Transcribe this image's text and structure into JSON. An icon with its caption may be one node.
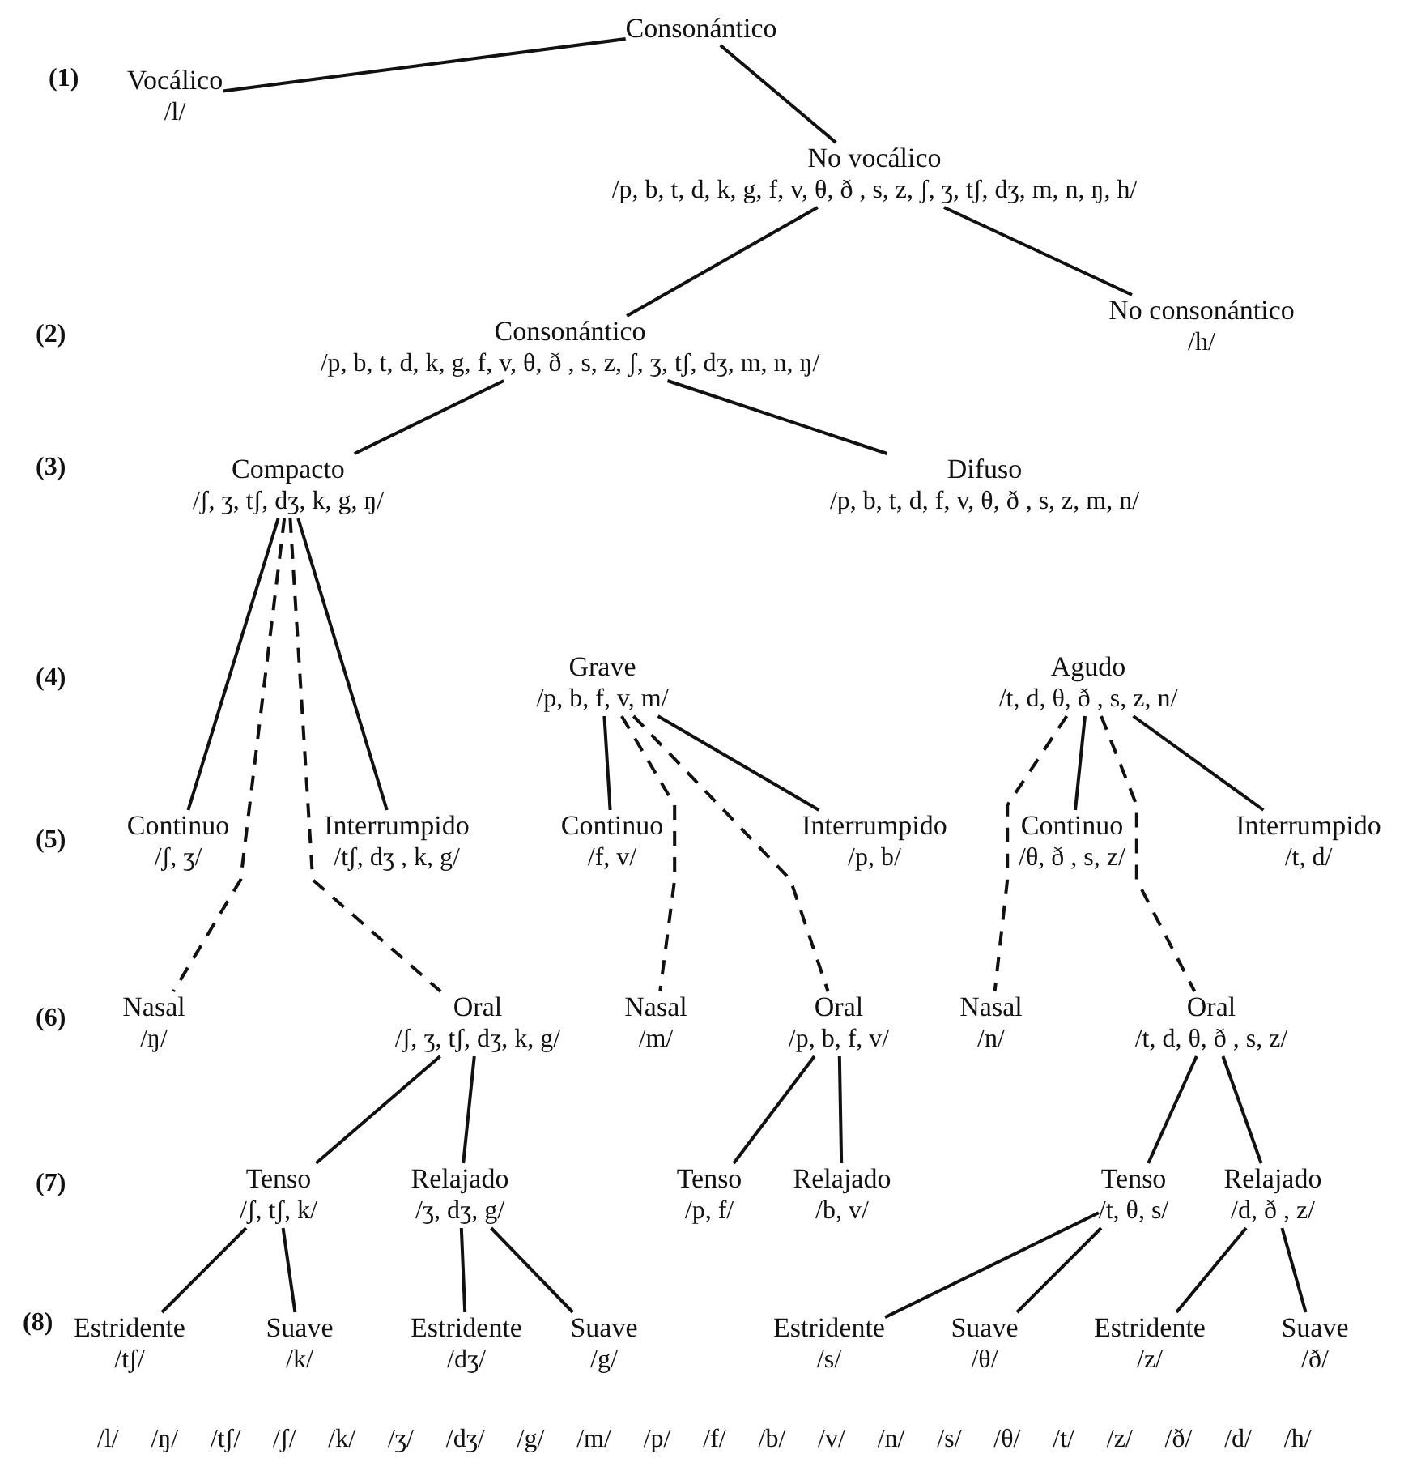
{
  "diagram": {
    "nodes": [
      {
        "text": [
          "Consonántico"
        ]
      },
      {
        "text": [
          "Vocálico",
          "/l/"
        ]
      },
      {
        "text": [
          "No vocálico",
          "/p, b, t, d, k, g, f, v, θ, ð , s, z, ʃ, ʒ, tʃ, dʒ, m, n, ŋ, h/"
        ]
      },
      {
        "text": [
          "No consonántico",
          "/h/"
        ]
      },
      {
        "text": [
          "Consonántico",
          "/p, b, t, d, k, g, f, v, θ, ð , s, z, ʃ, ʒ, tʃ, dʒ, m, n, ŋ/"
        ]
      },
      {
        "text": [
          "Compacto",
          "/ʃ, ʒ, tʃ, dʒ, k, g, ŋ/"
        ]
      },
      {
        "text": [
          "Difuso",
          "/p, b, t, d, f, v, θ, ð , s, z, m, n/"
        ]
      },
      {
        "text": [
          "Grave",
          "/p, b, f, v, m/"
        ]
      },
      {
        "text": [
          "Agudo",
          "/t, d, θ, ð , s, z, n/"
        ]
      },
      {
        "text": [
          "Continuo",
          "/ʃ, ʒ/"
        ]
      },
      {
        "text": [
          "Interrumpido",
          "/tʃ, dʒ , k, g/"
        ]
      },
      {
        "text": [
          "Continuo",
          "/f, v/"
        ]
      },
      {
        "text": [
          "Interrumpido",
          "/p, b/"
        ]
      },
      {
        "text": [
          "Continuo",
          "/θ, ð , s, z/"
        ]
      },
      {
        "text": [
          "Interrumpido",
          "/t, d/"
        ]
      },
      {
        "text": [
          "Nasal",
          "/ŋ/"
        ]
      },
      {
        "text": [
          "Oral",
          "/ʃ, ʒ, tʃ, dʒ, k, g/"
        ]
      },
      {
        "text": [
          "Nasal",
          "/m/"
        ]
      },
      {
        "text": [
          "Oral",
          "/p, b, f, v/"
        ]
      },
      {
        "text": [
          "Nasal",
          "/n/"
        ]
      },
      {
        "text": [
          "Oral",
          "/t, d, θ, ð , s, z/"
        ]
      },
      {
        "text": [
          "Tenso",
          "/ʃ, tʃ, k/"
        ]
      },
      {
        "text": [
          "Relajado",
          "/ʒ, dʒ, g/"
        ]
      },
      {
        "text": [
          "Tenso",
          "/p, f/"
        ]
      },
      {
        "text": [
          "Relajado",
          "/b, v/"
        ]
      },
      {
        "text": [
          "Tenso",
          "/t, θ, s/"
        ]
      },
      {
        "text": [
          "Relajado",
          "/d, ð , z/"
        ]
      },
      {
        "text": [
          "Estridente",
          "/tʃ/"
        ]
      },
      {
        "text": [
          "Suave",
          "/k/"
        ]
      },
      {
        "text": [
          "Estridente",
          "/dʒ/"
        ]
      },
      {
        "text": [
          "Suave",
          "/g/"
        ]
      },
      {
        "text": [
          "Estridente",
          "/s/"
        ]
      },
      {
        "text": [
          "Suave",
          "/θ/"
        ]
      },
      {
        "text": [
          "Estridente",
          "/z/"
        ]
      },
      {
        "text": [
          "Suave",
          "/ð/"
        ]
      }
    ],
    "edges": [
      {
        "from": 0,
        "to": 1,
        "arrow": "none"
      },
      {
        "from": 0,
        "to": 2,
        "arrow": "none"
      },
      {
        "from": 2,
        "to": 4,
        "arrow": "none"
      },
      {
        "from": 2,
        "to": 3,
        "arrow": "none"
      },
      {
        "from": 4,
        "to": 5,
        "arrow": "none"
      },
      {
        "from": 4,
        "to": 6,
        "arrow": "none"
      },
      {
        "from": 5,
        "to": 9,
        "arrow": "none"
      },
      {
        "from": 5,
        "to": 10,
        "arrow": "none"
      },
      {
        "from": 5,
        "to": 15,
        "arrow": "none",
        "style": "dashed"
      },
      {
        "from": 5,
        "to": 16,
        "arrow": "none",
        "style": "dashed"
      },
      {
        "from": 7,
        "to": 11,
        "arrow": "none"
      },
      {
        "from": 7,
        "to": 12,
        "arrow": "none"
      },
      {
        "from": 7,
        "to": 17,
        "arrow": "none",
        "style": "dashed"
      },
      {
        "from": 7,
        "to": 18,
        "arrow": "none",
        "style": "dashed"
      },
      {
        "from": 8,
        "to": 13,
        "arrow": "none"
      },
      {
        "from": 8,
        "to": 14,
        "arrow": "none"
      },
      {
        "from": 8,
        "to": 19,
        "arrow": "none",
        "style": "dashed"
      },
      {
        "from": 8,
        "to": 20,
        "arrow": "none",
        "style": "dashed"
      },
      {
        "from": 16,
        "to": 21,
        "arrow": "none"
      },
      {
        "from": 16,
        "to": 22,
        "arrow": "none"
      },
      {
        "from": 18,
        "to": 23,
        "arrow": "none"
      },
      {
        "from": 18,
        "to": 24,
        "arrow": "none"
      },
      {
        "from": 20,
        "to": 25,
        "arrow": "none"
      },
      {
        "from": 20,
        "to": 26,
        "arrow": "none"
      },
      {
        "from": 21,
        "to": 27,
        "arrow": "none"
      },
      {
        "from": 21,
        "to": 28,
        "arrow": "none"
      },
      {
        "from": 22,
        "to": 29,
        "arrow": "none"
      },
      {
        "from": 22,
        "to": 30,
        "arrow": "none"
      },
      {
        "from": 25,
        "to": 31,
        "arrow": "none"
      },
      {
        "from": 25,
        "to": 32,
        "arrow": "none"
      },
      {
        "from": 26,
        "to": 33,
        "arrow": "none"
      },
      {
        "from": 26,
        "to": 34,
        "arrow": "none"
      }
    ],
    "labels": [
      "(1)",
      "(2)",
      "(3)",
      "(4)",
      "(5)",
      "(6)",
      "(7)",
      "(8)",
      "/l/",
      "/ŋ/",
      "/tʃ/",
      "/ʃ/",
      "/k/",
      "/ʒ/",
      "/dʒ/",
      "/g/",
      "/m/",
      "/p/",
      "/f/",
      "/b/",
      "/v/",
      "/n/",
      "/s/",
      "/θ/",
      "/t/",
      "/z/",
      "/ð/",
      "/d/",
      "/h/"
    ]
  }
}
